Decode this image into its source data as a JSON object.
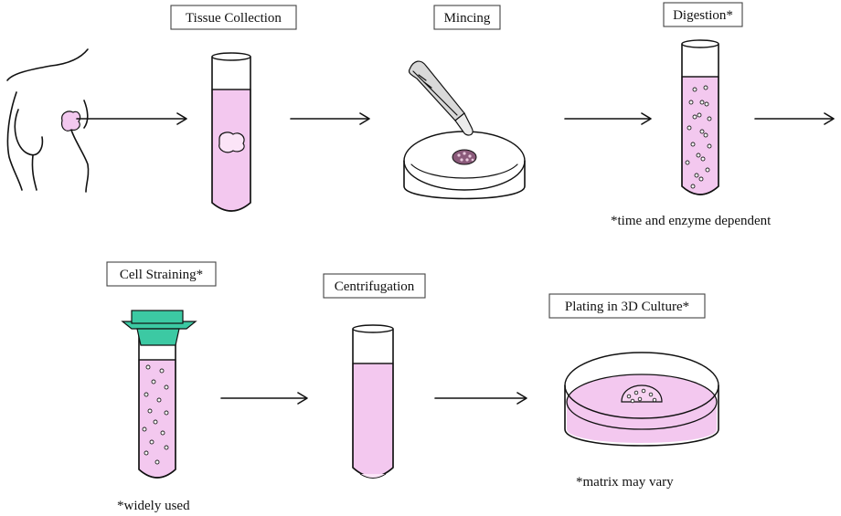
{
  "steps": {
    "tissue_collection": "Tissue Collection",
    "mincing": "Mincing",
    "digestion": "Digestion*",
    "cell_straining": "Cell Straining*",
    "centrifugation": "Centrifugation",
    "plating": "Plating in 3D Culture*"
  },
  "notes": {
    "digestion": "*time and enzyme dependent",
    "cell_straining": "*widely used",
    "plating": "*matrix may vary"
  },
  "colors": {
    "medium": "#f3c8ef",
    "strainer": "#3cc9a3",
    "tissue_bits": "#8a5a7a"
  },
  "icons": [
    "torso-icon",
    "tube-icon",
    "scalpel-icon",
    "petri-dish-icon",
    "cell-strainer-icon",
    "culture-dish-icon",
    "arrow-icon"
  ]
}
